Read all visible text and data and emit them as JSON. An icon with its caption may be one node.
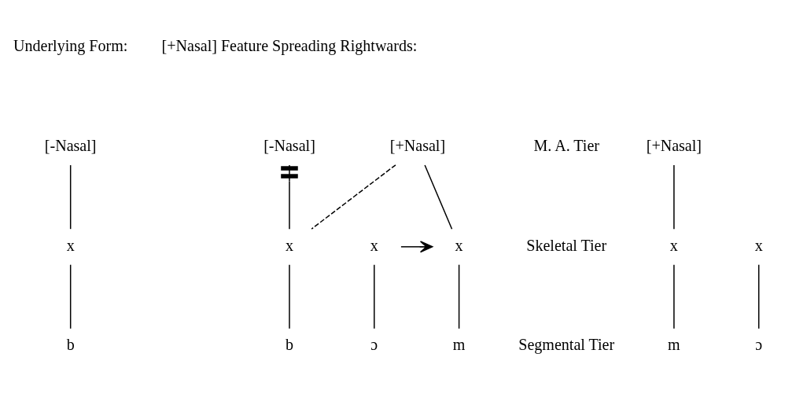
{
  "diagram": {
    "nodes": [
      {
        "text": [
          "[+Nasal]"
        ]
      },
      {
        "text": [
          "[-Nasal]"
        ]
      },
      {
        "text": [
          "[+Nasal]"
        ]
      },
      {
        "text": [
          "[-Nasal]"
        ]
      },
      {
        "text": [
          "x"
        ]
      },
      {
        "text": [
          "x"
        ]
      },
      {
        "text": [
          "x"
        ]
      },
      {
        "text": [
          "x"
        ]
      },
      {
        "text": [
          "x"
        ]
      },
      {
        "text": [
          "x"
        ]
      },
      {
        "text": [
          "m"
        ]
      },
      {
        "text": [
          "b"
        ]
      },
      {
        "text": [
          "ɔ"
        ]
      },
      {
        "text": [
          "m"
        ]
      },
      {
        "text": [
          "b"
        ]
      },
      {
        "text": [
          "ɔ"
        ]
      }
    ],
    "edges": [
      {
        "from": 0,
        "to": 4,
        "arrow": "none"
      },
      {
        "from": 1,
        "to": 5,
        "arrow": "none"
      },
      {
        "from": 4,
        "to": 10,
        "arrow": "none"
      },
      {
        "from": 5,
        "to": 11,
        "arrow": "none"
      },
      {
        "from": 6,
        "to": 12,
        "arrow": "none"
      },
      {
        "from": 6,
        "to": 7,
        "arrow": "to"
      },
      {
        "from": 2,
        "to": 7,
        "arrow": "none"
      },
      {
        "from": 2,
        "to": 8,
        "arrow": "none",
        "style": "dashed"
      },
      {
        "from": 3,
        "to": 8,
        "arrow": "other"
      },
      {
        "from": 7,
        "to": 13,
        "arrow": "none"
      },
      {
        "from": 8,
        "to": 14,
        "arrow": "none"
      },
      {
        "from": 9,
        "to": 15,
        "arrow": "none"
      }
    ],
    "labels": [
      "Underlying Form:",
      "[+Nasal] Feature Spreading Rightwards:",
      "M. A. Tier",
      "Skeletal Tier",
      "Segmental Tier"
    ]
  }
}
